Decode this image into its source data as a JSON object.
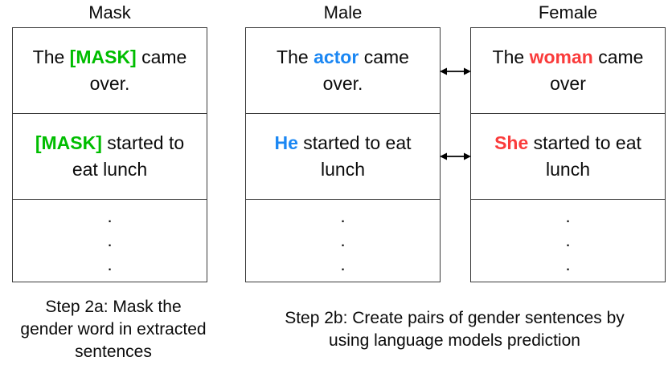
{
  "diagram": {
    "title_semantic": "gender sentence masking and pairing diagram",
    "colors": {
      "mask_word": "#00bd00",
      "male_word": "#1b87f3",
      "female_word": "#fa3b3b",
      "border": "#3a3a3a",
      "text": "#0b0b0b"
    },
    "columns": [
      {
        "header": "Mask",
        "rows": [
          {
            "pre": "The ",
            "word": "[MASK]",
            "post": " came over."
          },
          {
            "pre": "",
            "word": "[MASK]",
            "post": " started to eat lunch"
          }
        ],
        "dots": [
          ".",
          ".",
          "."
        ]
      },
      {
        "header": "Male",
        "rows": [
          {
            "pre": "The ",
            "word": "actor",
            "post": " came over."
          },
          {
            "pre": "",
            "word": "He",
            "post": " started to eat lunch"
          }
        ],
        "dots": [
          ".",
          ".",
          "."
        ]
      },
      {
        "header": "Female",
        "rows": [
          {
            "pre": "The ",
            "word": "woman",
            "post": " came over"
          },
          {
            "pre": "",
            "word": "She",
            "post": " started to eat lunch"
          }
        ],
        "dots": [
          ".",
          ".",
          "."
        ]
      }
    ],
    "icons": {
      "pair_link": "double-headed-arrow"
    },
    "captions": {
      "step2a": {
        "text": "Step 2a: Mask the gender word in extracted sentences",
        "lines": [
          "Step 2a: Mask the",
          "gender word in extracted",
          "sentences"
        ]
      },
      "step2b": {
        "text": "Step 2b: Create pairs of gender sentences by using language models prediction",
        "lines": [
          "Step 2b: Create pairs of gender sentences by",
          "using language models prediction"
        ]
      }
    }
  }
}
